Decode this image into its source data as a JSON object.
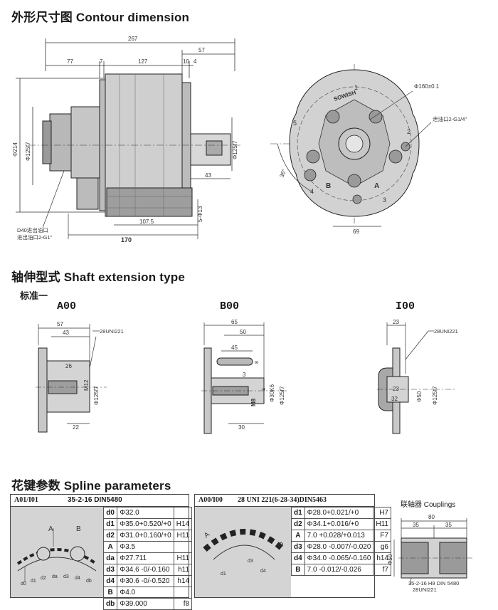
{
  "contour": {
    "title": "外形尺寸图  Contour dimension",
    "dims": {
      "d267": "267",
      "d57": "57",
      "d77": "77",
      "d7": "7",
      "d127": "127",
      "d10": "10",
      "d4": "4",
      "d214": "Φ214",
      "d125f7_left": "Φ125f7",
      "d125f7_right": "Φ125f7",
      "d43": "43",
      "d107_5": "107.5",
      "d170": "170",
      "d5_13": "5-Φ13",
      "port_note_1": "D40进出油口",
      "port_note_2": "进出油口2-G1\"",
      "d160": "Φ160±0.1",
      "drain_note": "泄油口2-G1/4\"",
      "d69": "69",
      "ang36": "36°",
      "port_A": "A",
      "port_B": "B",
      "num1": "1",
      "num2": "2",
      "num3": "3",
      "num4": "4",
      "num5": "5",
      "brand": "SOWISH"
    }
  },
  "shaft": {
    "title": "轴伸型式  Shaft extension type",
    "standard": "标准一",
    "a00": {
      "code": "A00",
      "d57": "57",
      "d43": "43",
      "d26": "26",
      "m12": "M12",
      "d22": "22",
      "d125f7": "Φ125f7",
      "note": "28UNI221"
    },
    "b00": {
      "code": "B00",
      "d65": "65",
      "d50": "50",
      "d45": "45",
      "d8": "8",
      "d3": "3",
      "m8": "M8",
      "d4": "4",
      "d30k6": "Φ30K6",
      "d125f7": "Φ125f7",
      "d30": "30"
    },
    "i00": {
      "code": "I00",
      "d23": "23",
      "d23b": "23",
      "d32": "32",
      "d50": "Φ50",
      "d125f7": "Φ125f7",
      "note": "28UNI221"
    }
  },
  "spline": {
    "title": "花键参数  Spline parameters",
    "table1": {
      "header_code": "A01/I01",
      "header_std": "35-2-16  DIN5480",
      "fig_labels": [
        "A",
        "B",
        "d0",
        "d1",
        "d2",
        "da",
        "d3",
        "d4",
        "db"
      ],
      "rows": [
        {
          "k": "d0",
          "v": "Φ32.0",
          "t": ""
        },
        {
          "k": "d1",
          "v": "Φ35.0+0.520/+0",
          "t": "H14"
        },
        {
          "k": "d2",
          "v": "Φ31.0+0.160/+0",
          "t": "H11"
        },
        {
          "k": "A",
          "v": "Φ3.5",
          "t": ""
        },
        {
          "k": "da",
          "v": "Φ27.711",
          "t": "H11"
        },
        {
          "k": "d3",
          "v": "Φ34.6 -0/-0.160",
          "t": "h11"
        },
        {
          "k": "d4",
          "v": "Φ30.6 -0/-0.520",
          "t": "h14"
        },
        {
          "k": "B",
          "v": "Φ4.0",
          "t": ""
        },
        {
          "k": "db",
          "v": "Φ39.000",
          "t": "f8"
        }
      ]
    },
    "table2": {
      "header_code": "A00/I00",
      "header_std": "28 UNI 221(6-28-34)DIN5463",
      "fig_labels": [
        "A",
        "B",
        "d1",
        "d3",
        "d4"
      ],
      "rows": [
        {
          "k": "d1",
          "v": "Φ28.0+0.021/+0",
          "t": "H7"
        },
        {
          "k": "d2",
          "v": "Φ34.1+0.016/+0",
          "t": "H11"
        },
        {
          "k": "A",
          "v": "7.0 +0.028/+0.013",
          "t": "F7"
        },
        {
          "k": "d3",
          "v": "Φ28.0 -0.007/-0.020",
          "t": "g6"
        },
        {
          "k": "d4",
          "v": "Φ34.0 -0.065/-0.160",
          "t": "h14"
        },
        {
          "k": "B",
          "v": "7.0 -0.012/-0.026",
          "t": "f7"
        }
      ]
    },
    "couplings": {
      "label": "联轴器 Couplings",
      "d80": "80",
      "d35a": "35",
      "d35b": "35",
      "d50": "Φ50",
      "note1": "35-2-16 H9 DIN 5480",
      "note2": "28UNI221"
    }
  }
}
